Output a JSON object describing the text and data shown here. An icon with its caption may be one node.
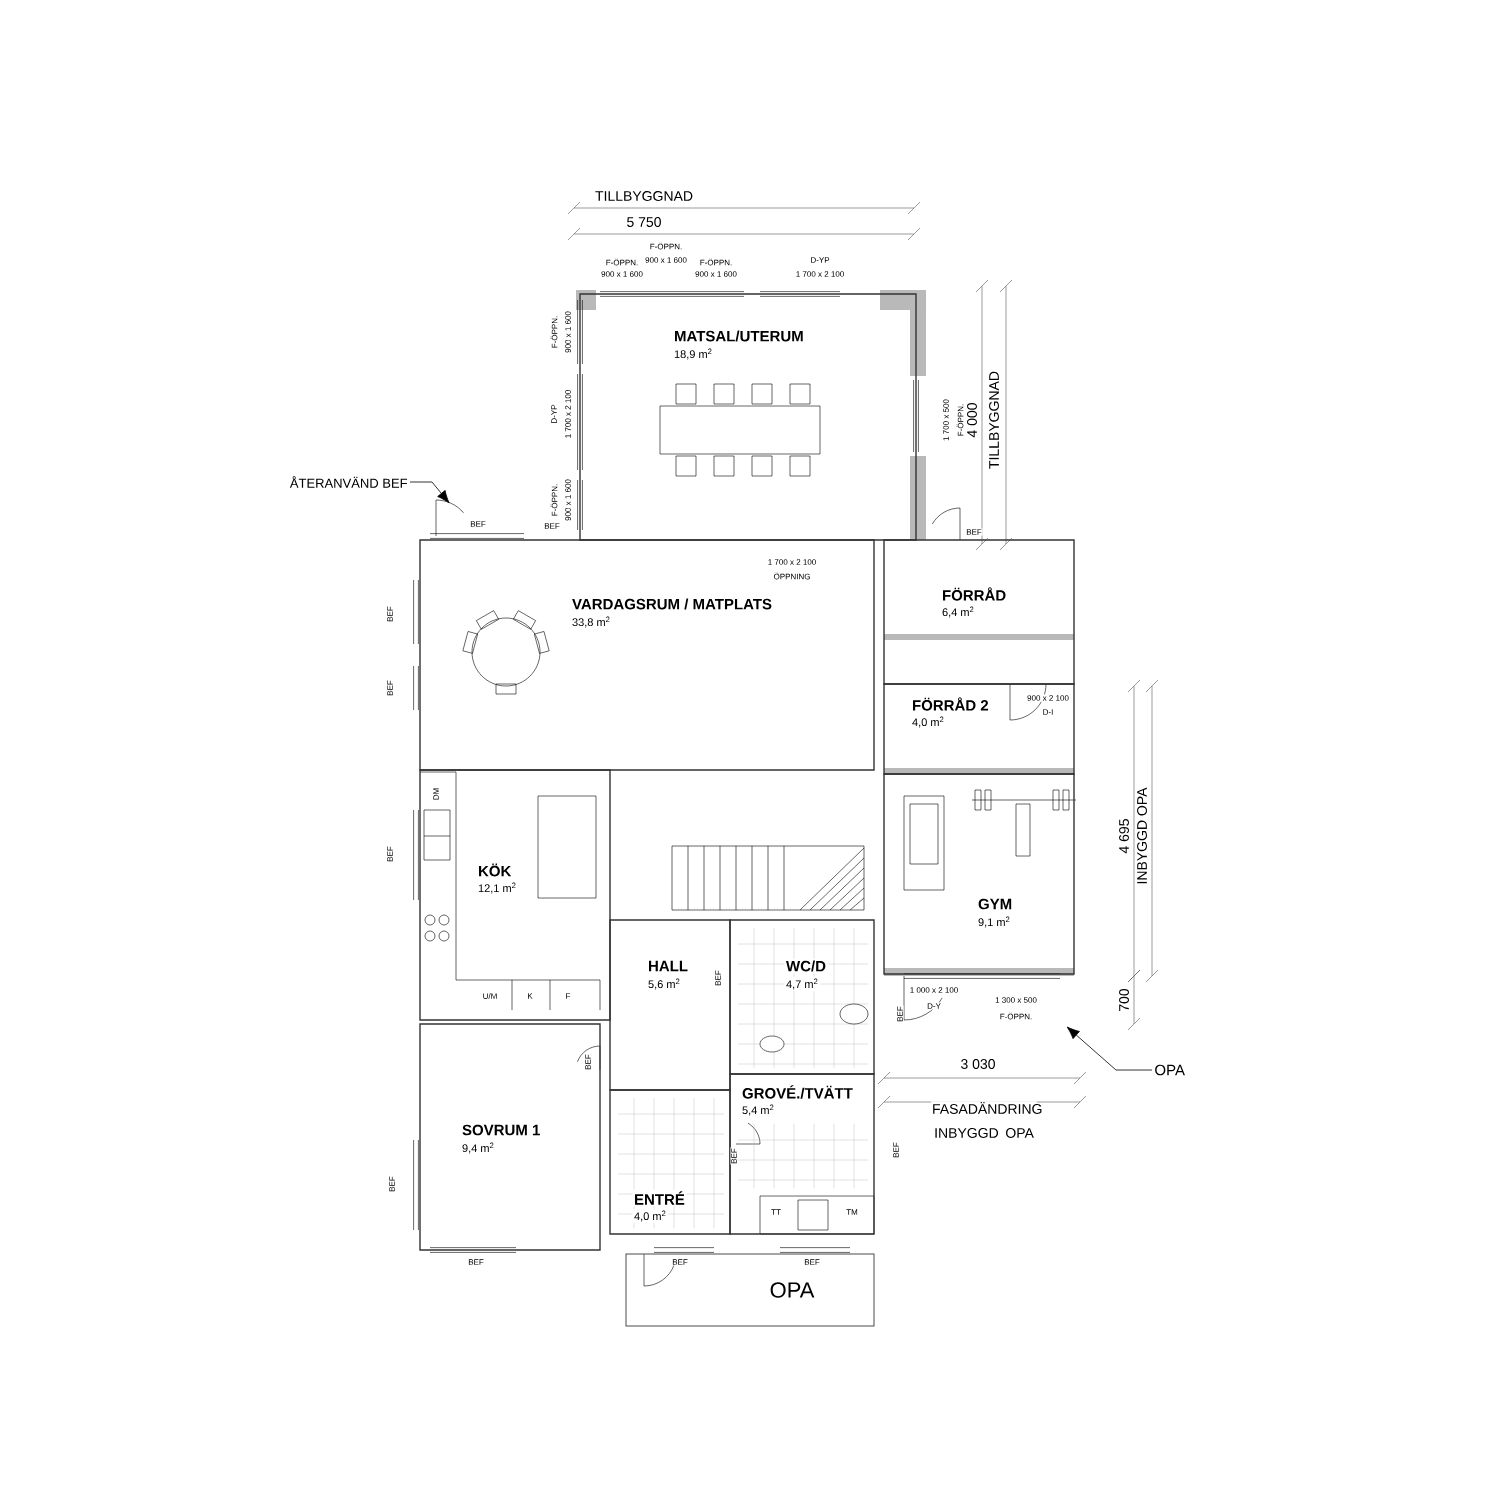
{
  "diagram": {
    "nodes": [
      {
        "text": [
          "MATSAL/UTERUM",
          "18,9 m$^{2}$"
        ]
      },
      {
        "text": [
          "VARDAGSRUM / MATPLATS",
          "33,8 m$^{2}$"
        ]
      },
      {
        "text": [
          "FÖRRÅD",
          "6,4 m$^{2}$"
        ]
      },
      {
        "text": [
          "FÖRRÅD 2",
          "4,0 m$^{2}$"
        ]
      },
      {
        "text": [
          "KÖK",
          "12,1 m$^{2}$"
        ]
      },
      {
        "text": [
          "GYM",
          "9,1 m$^{2}$"
        ]
      },
      {
        "text": [
          "HALL",
          "5,6 m$^{2}$"
        ]
      },
      {
        "text": [
          "WC/D",
          "4,7 m$^{2}$"
        ]
      },
      {
        "text": [
          "SOVRUM 1",
          "9,4 m$^{2}$"
        ]
      },
      {
        "text": [
          "GROVÉ./TVÄTT",
          "5,4 m$^{2}$"
        ]
      },
      {
        "text": [
          "ENTRÉ",
          "4,0 m$^{2}$"
        ]
      },
      {
        "text": [
          "OPA"
        ]
      },
      {
        "text": [
          "ÅTERANVÄND BEF"
        ]
      },
      {
        "text": [
          "OPA"
        ]
      }
    ],
    "edges": [
      {
        "from": 12,
        "to": null,
        "arrow": "to"
      },
      {
        "from": 13,
        "to": null,
        "arrow": "to"
      }
    ],
    "labels": [
      "TILLBYGGNAD",
      "5 750",
      "F-ÖPPN.",
      "900 x 1 600",
      "F-ÖPPN.",
      "900 x 1 600",
      "F-ÖPPN.",
      "900 x 1 600",
      "D-YP",
      "1 700 x 2 100",
      "F-ÖPPN.",
      "900 x 1 600",
      "D-YP",
      "1 700 x 2 100",
      "F-ÖPPN.",
      "900 x 1 600",
      "1 700 x 500",
      "F-ÖPPN.",
      "4 000",
      "TILLBYGGNAD",
      "BEF",
      "BEF",
      "BEF",
      "1 700 x 2 100",
      "ÖPPNING",
      "BEF",
      "BEF",
      "900 x 2 100",
      "D-I",
      "DM",
      "BEF",
      "BEF",
      "U/M",
      "K",
      "F",
      "1 000 x 2 100",
      "D-Y",
      "1 300 x 500",
      "F-ÖPPN.",
      "BEF",
      "BEF",
      "4 695",
      "INBYGGD OPA",
      "700",
      "3 030",
      "FASADÄNDRING INBYGGD OPA",
      "BEF",
      "BEF",
      "BEF",
      "TT",
      "TM",
      "BEF",
      "BEF",
      "BEF"
    ]
  }
}
